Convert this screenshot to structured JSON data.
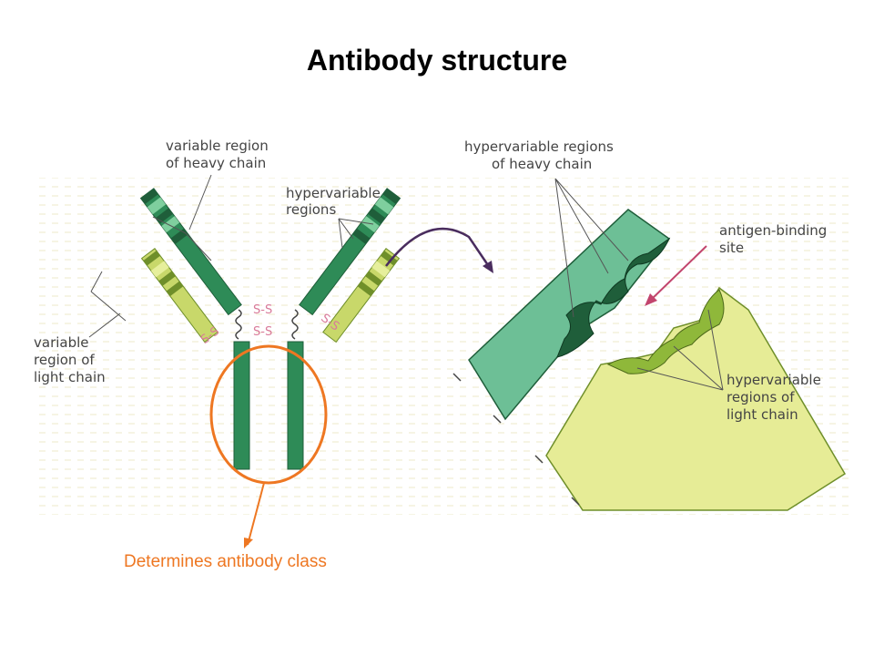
{
  "title": "Antibody structure",
  "labels": {
    "variable_heavy": [
      "variable region",
      "of heavy chain"
    ],
    "hypervariable": [
      "hypervariable",
      "regions"
    ],
    "variable_light": [
      "variable",
      "region of",
      "light chain"
    ],
    "hyper_heavy": [
      "hypervariable regions",
      "of heavy chain"
    ],
    "antigen_site": [
      "antigen-binding",
      "site"
    ],
    "hyper_light": [
      "hypervariable",
      "regions of",
      "light chain"
    ],
    "disulfide": "S-S"
  },
  "caption": "Determines antibody class",
  "colors": {
    "heavy_chain": "#2e8b57",
    "heavy_band": "#1f5e3a",
    "light_chain": "#c8d86a",
    "light_band": "#6f8f2a",
    "highlight": "#ee7722",
    "arrow_purple": "#4a2d5e",
    "arrow_pink": "#c2456d"
  }
}
